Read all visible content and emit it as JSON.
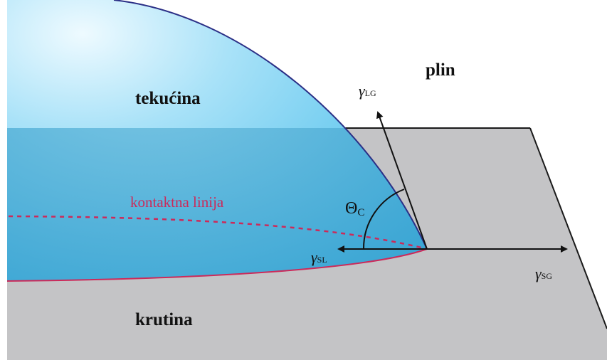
{
  "labels": {
    "liquid": "tekućina",
    "gas": "plin",
    "solid": "krutina",
    "contact_line": "kontaktna linija"
  },
  "tensions": {
    "lg": {
      "symbol": "γ",
      "subscript": "LG"
    },
    "sl": {
      "symbol": "γ",
      "subscript": "SL"
    },
    "sg": {
      "symbol": "γ",
      "subscript": "SG"
    }
  },
  "angle": {
    "symbol": "Θ",
    "subscript": "C"
  },
  "colors": {
    "solid_fill": "#c4c4c6",
    "solid_edge": "#1a1a1a",
    "drop_light": "#bfe9fa",
    "drop_mid": "#5cc6ee",
    "drop_inside": "#4fb0d8",
    "drop_outline": "#2b2f86",
    "contact_line": "#cc2a5a",
    "arrow": "#111111"
  },
  "icons": {
    "lg": "arrow-up-left-icon",
    "sl": "arrow-left-icon",
    "sg": "arrow-right-icon"
  }
}
